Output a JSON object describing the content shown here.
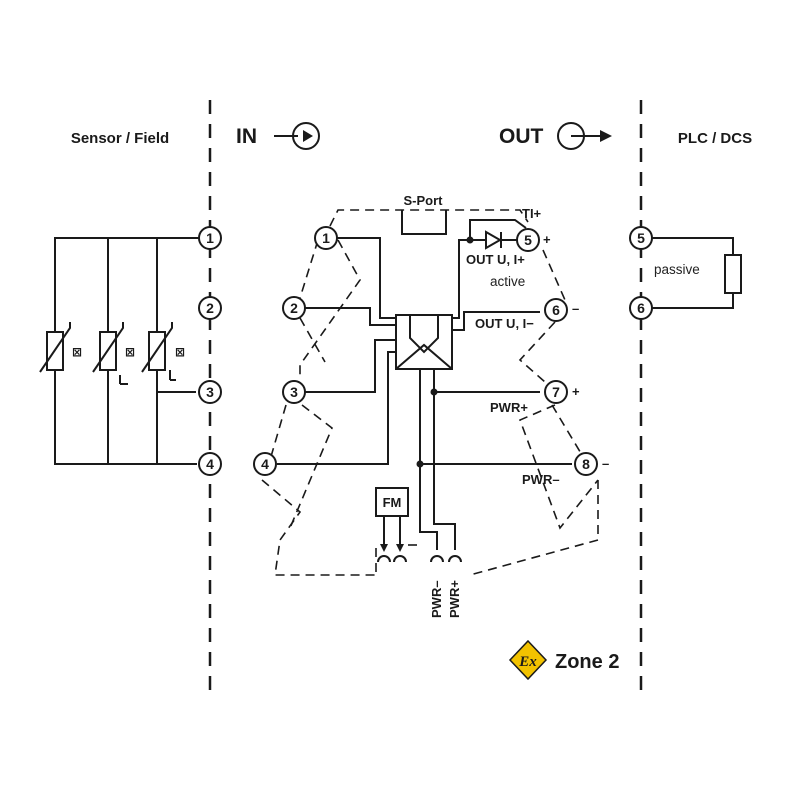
{
  "headers": {
    "sensor_field": "Sensor / Field",
    "in": "IN",
    "out": "OUT",
    "plc_dcs": "PLC / DCS"
  },
  "labels": {
    "s_port": "S-Port",
    "ti_plus": "TI+",
    "out_plus": "OUT U, I+",
    "active": "active",
    "out_minus": "OUT U, I−",
    "pwr_plus": "PWR+",
    "pwr_minus": "PWR–",
    "passive": "passive",
    "fm": "FM",
    "pwr_minus_vert": "PWR–",
    "pwr_plus_vert": "PWR+",
    "zone": "Zone 2",
    "ex": "Ex",
    "sensor_mark": "⊠"
  },
  "polarity": {
    "t5": "+",
    "t6": "–",
    "t7": "+",
    "t8": "–"
  },
  "terminals": {
    "field": [
      "1",
      "2",
      "3",
      "4"
    ],
    "module_in": [
      "1",
      "2",
      "3",
      "4"
    ],
    "module_out": [
      "5",
      "6",
      "7",
      "8"
    ],
    "plc": [
      "5",
      "6"
    ]
  },
  "colors": {
    "ink": "#1a1a1a",
    "ex_badge": "#f2c200"
  }
}
